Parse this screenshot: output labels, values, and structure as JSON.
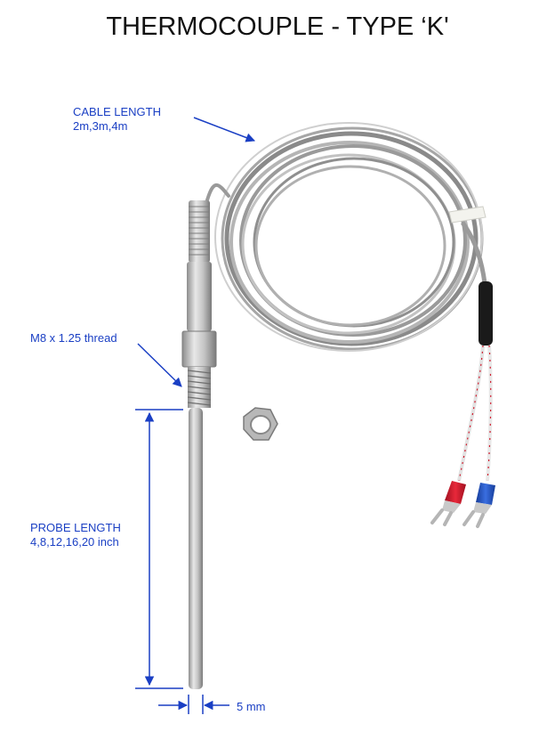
{
  "title": "THERMOCOUPLE - TYPE ‘K'",
  "annotations": {
    "cable_length_label": "CABLE LENGTH",
    "cable_length_values": "2m,3m,4m",
    "thread_label": "M8 x 1.25 thread",
    "probe_length_label": "PROBE LENGTH",
    "probe_length_values": "4,8,12,16,20 inch",
    "diameter_label": "5 mm"
  },
  "colors": {
    "annotation": "#1a3fc4",
    "terminal_red": "#d0192b",
    "terminal_blue": "#1f52c8",
    "heat_shrink": "#1a1a1a"
  }
}
